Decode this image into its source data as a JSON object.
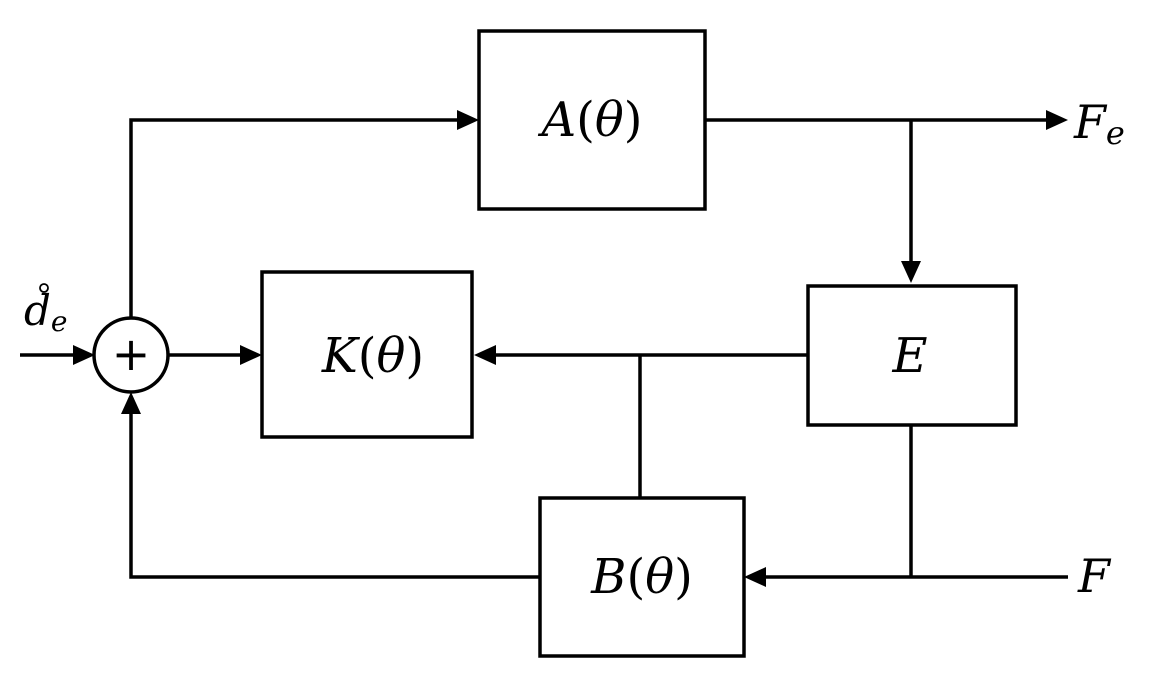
{
  "blocks": {
    "a": {
      "name": "A",
      "arg": "θ"
    },
    "k": {
      "name": "K",
      "arg": "θ"
    },
    "b": {
      "name": "B",
      "arg": "θ"
    },
    "e": {
      "name": "E"
    }
  },
  "signals": {
    "input": {
      "base": "d",
      "sub": "e"
    },
    "output": {
      "base": "F",
      "sub": "e"
    },
    "feed": {
      "base": "F"
    }
  },
  "summer": {
    "symbol": "+"
  }
}
